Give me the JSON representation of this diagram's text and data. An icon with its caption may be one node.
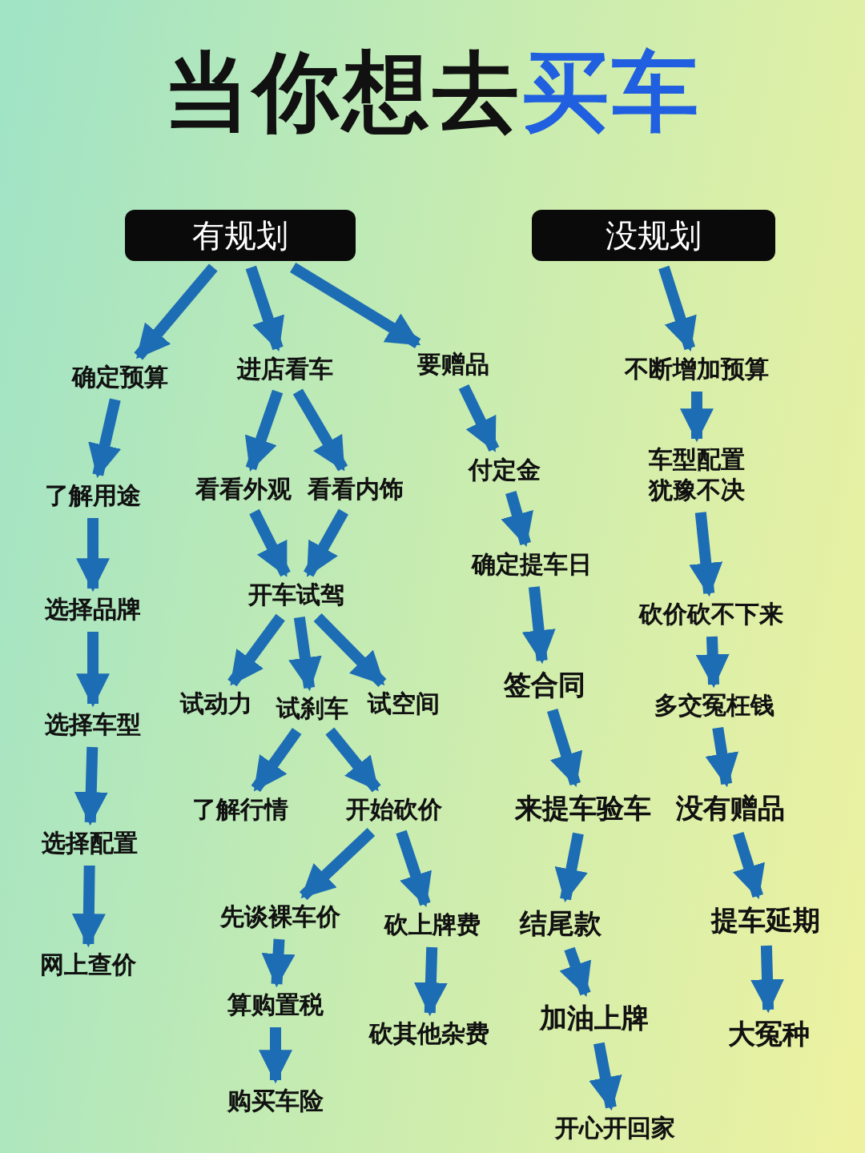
{
  "diagram": {
    "title": "当你想去买车",
    "nodes": [
      {
        "text": [
          "有规划"
        ]
      },
      {
        "text": [
          "没规划"
        ]
      },
      {
        "text": [
          "确定预算"
        ]
      },
      {
        "text": [
          "进店看车"
        ]
      },
      {
        "text": [
          "要赠品"
        ]
      },
      {
        "text": [
          "不断增加预算"
        ]
      },
      {
        "text": [
          "了解用途"
        ]
      },
      {
        "text": [
          "看看外观"
        ]
      },
      {
        "text": [
          "看看内饰"
        ]
      },
      {
        "text": [
          "付定金"
        ]
      },
      {
        "text": [
          "车型配置犹豫不决"
        ]
      },
      {
        "text": [
          "选择品牌"
        ]
      },
      {
        "text": [
          "开车试驾"
        ]
      },
      {
        "text": [
          "确定提车日"
        ]
      },
      {
        "text": [
          "砍价砍不下来"
        ]
      },
      {
        "text": [
          "选择车型"
        ]
      },
      {
        "text": [
          "试动力"
        ]
      },
      {
        "text": [
          "试刹车"
        ]
      },
      {
        "text": [
          "试空间"
        ]
      },
      {
        "text": [
          "签合同"
        ]
      },
      {
        "text": [
          "多交冤枉钱"
        ]
      },
      {
        "text": [
          "了解行情"
        ]
      },
      {
        "text": [
          "开始砍价"
        ]
      },
      {
        "text": [
          "选择配置"
        ]
      },
      {
        "text": [
          "来提车验车"
        ]
      },
      {
        "text": [
          "没有赠品"
        ]
      },
      {
        "text": [
          "先谈裸车价"
        ]
      },
      {
        "text": [
          "砍上牌费"
        ]
      },
      {
        "text": [
          "结尾款"
        ]
      },
      {
        "text": [
          "提车延期"
        ]
      },
      {
        "text": [
          "网上查价"
        ]
      },
      {
        "text": [
          "算购置税"
        ]
      },
      {
        "text": [
          "砍其他杂费"
        ]
      },
      {
        "text": [
          "加油上牌"
        ]
      },
      {
        "text": [
          "大冤种"
        ]
      },
      {
        "text": [
          "购买车险"
        ]
      },
      {
        "text": [
          "开心开回家"
        ]
      }
    ],
    "edges": [
      {
        "from": 0,
        "to": 2,
        "arrow": "to"
      },
      {
        "from": 0,
        "to": 3,
        "arrow": "to"
      },
      {
        "from": 0,
        "to": 4,
        "arrow": "to"
      },
      {
        "from": 2,
        "to": 6,
        "arrow": "to"
      },
      {
        "from": 6,
        "to": 11,
        "arrow": "to"
      },
      {
        "from": 11,
        "to": 15,
        "arrow": "to"
      },
      {
        "from": 15,
        "to": 23,
        "arrow": "to"
      },
      {
        "from": 23,
        "to": 30,
        "arrow": "to"
      },
      {
        "from": 3,
        "to": 7,
        "arrow": "to"
      },
      {
        "from": 3,
        "to": 8,
        "arrow": "to"
      },
      {
        "from": 7,
        "to": 12,
        "arrow": "to"
      },
      {
        "from": 8,
        "to": 12,
        "arrow": "to"
      },
      {
        "from": 12,
        "to": 16,
        "arrow": "to"
      },
      {
        "from": 12,
        "to": 17,
        "arrow": "to"
      },
      {
        "from": 12,
        "to": 18,
        "arrow": "to"
      },
      {
        "from": 17,
        "to": 21,
        "arrow": "to"
      },
      {
        "from": 17,
        "to": 22,
        "arrow": "to"
      },
      {
        "from": 22,
        "to": 26,
        "arrow": "to"
      },
      {
        "from": 22,
        "to": 27,
        "arrow": "to"
      },
      {
        "from": 26,
        "to": 31,
        "arrow": "to"
      },
      {
        "from": 31,
        "to": 35,
        "arrow": "to"
      },
      {
        "from": 27,
        "to": 32,
        "arrow": "to"
      },
      {
        "from": 4,
        "to": 9,
        "arrow": "to"
      },
      {
        "from": 9,
        "to": 13,
        "arrow": "to"
      },
      {
        "from": 13,
        "to": 19,
        "arrow": "to"
      },
      {
        "from": 19,
        "to": 24,
        "arrow": "to"
      },
      {
        "from": 24,
        "to": 28,
        "arrow": "to"
      },
      {
        "from": 28,
        "to": 33,
        "arrow": "to"
      },
      {
        "from": 33,
        "to": 36,
        "arrow": "to"
      },
      {
        "from": 1,
        "to": 5,
        "arrow": "to"
      },
      {
        "from": 5,
        "to": 10,
        "arrow": "to"
      },
      {
        "from": 10,
        "to": 14,
        "arrow": "to"
      },
      {
        "from": 14,
        "to": 20,
        "arrow": "to"
      },
      {
        "from": 20,
        "to": 25,
        "arrow": "to"
      },
      {
        "from": 25,
        "to": 29,
        "arrow": "to"
      },
      {
        "from": 29,
        "to": 34,
        "arrow": "to"
      }
    ]
  }
}
